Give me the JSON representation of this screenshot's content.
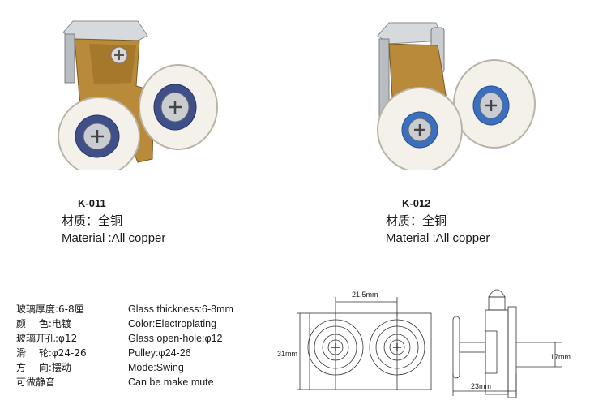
{
  "products": [
    {
      "code": "K-011",
      "material_cn": "材质：全铜",
      "material_en": "Material :All copper"
    },
    {
      "code": "K-012",
      "material_cn": "材质：全铜",
      "material_en": "Material :All copper"
    }
  ],
  "specs_cn": [
    "玻璃厚度:6-8厘",
    "颜　 色:电镀",
    "玻璃开孔:φ12",
    "滑　 轮:φ24-26",
    "方　 向:摆动",
    "可做静音"
  ],
  "specs_en": [
    "Glass thickness:6-8mm",
    "Color:Electroplating",
    "Glass open-hole:φ12",
    "Pulley:φ24-26",
    "Mode:Swing",
    "Can be make mute"
  ],
  "dimensions": {
    "width": "21.5mm",
    "height": "31mm",
    "side_height": "17mm",
    "side_width": "23mm"
  },
  "colors": {
    "brass": "#b98a3a",
    "chrome": "#c9ccd0",
    "wheel": "#f3f1ea",
    "bearing_k011": "#3e4f8a",
    "bearing_k012": "#3b6fc0"
  }
}
